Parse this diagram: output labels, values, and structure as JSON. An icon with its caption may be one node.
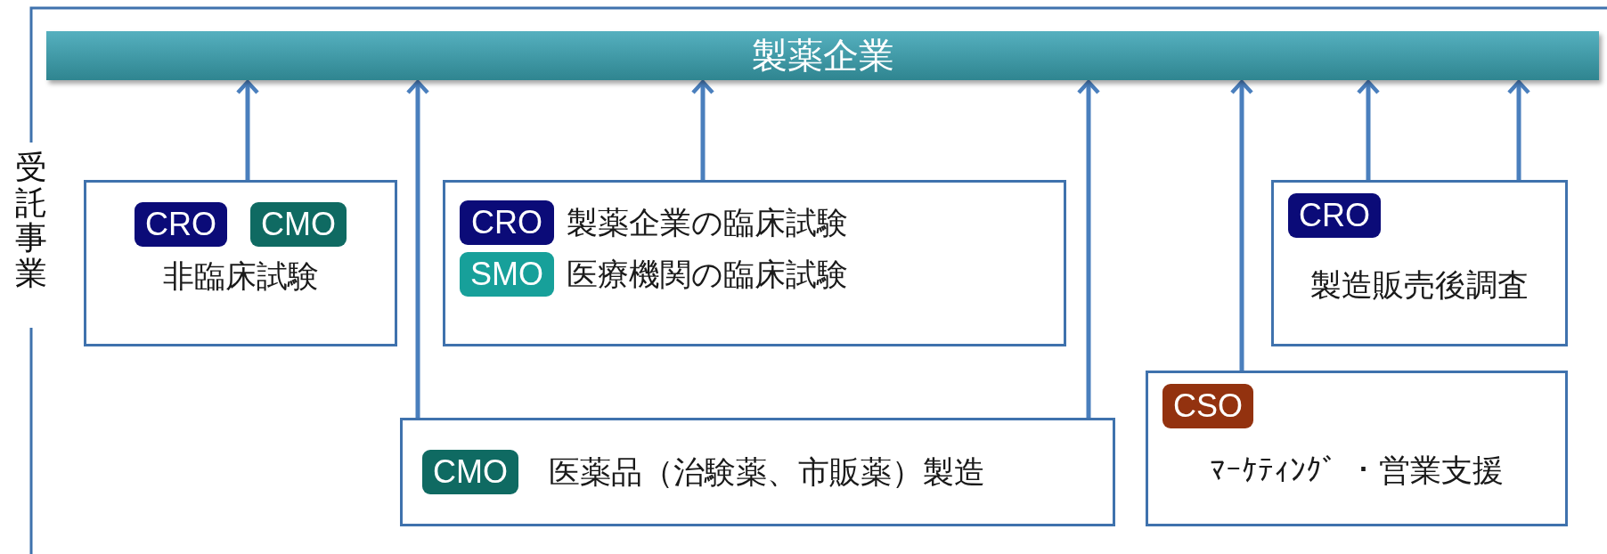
{
  "diagram": {
    "nodes": [
      {
        "text": [
          "製薬企業"
        ]
      },
      {
        "text": [
          "非臨床試験"
        ]
      },
      {
        "text": [
          "CRO"
        ],
        "in": 1
      },
      {
        "text": [
          "CMO"
        ],
        "in": 1
      },
      {
        "text": [
          "製薬企業の臨床試験",
          "医療機関の臨床試験"
        ]
      },
      {
        "text": [
          "CRO"
        ],
        "in": 4
      },
      {
        "text": [
          "SMO"
        ],
        "in": 4
      },
      {
        "text": [
          "製造販売後調査"
        ]
      },
      {
        "text": [
          "CRO"
        ],
        "in": 7
      },
      {
        "text": [
          "ﾏｰｹﾃｨﾝｸﾞ ・営業支援"
        ]
      },
      {
        "text": [
          "CSO"
        ],
        "in": 9
      },
      {
        "text": [
          "医薬品（治験薬、市販薬）製造"
        ]
      },
      {
        "text": [
          "CMO"
        ],
        "in": 11
      }
    ],
    "edges": [
      {
        "from": 1,
        "to": 0,
        "arrow": "to"
      },
      {
        "from": 11,
        "to": 0,
        "arrow": "to"
      },
      {
        "from": 4,
        "to": 0,
        "arrow": "to"
      },
      {
        "from": 11,
        "to": 0,
        "arrow": "to"
      },
      {
        "from": 9,
        "to": 0,
        "arrow": "to"
      },
      {
        "from": 7,
        "to": 0,
        "arrow": "to"
      },
      {
        "from": 7,
        "to": 0,
        "arrow": "to"
      }
    ],
    "labels": [
      "受託事業"
    ]
  }
}
